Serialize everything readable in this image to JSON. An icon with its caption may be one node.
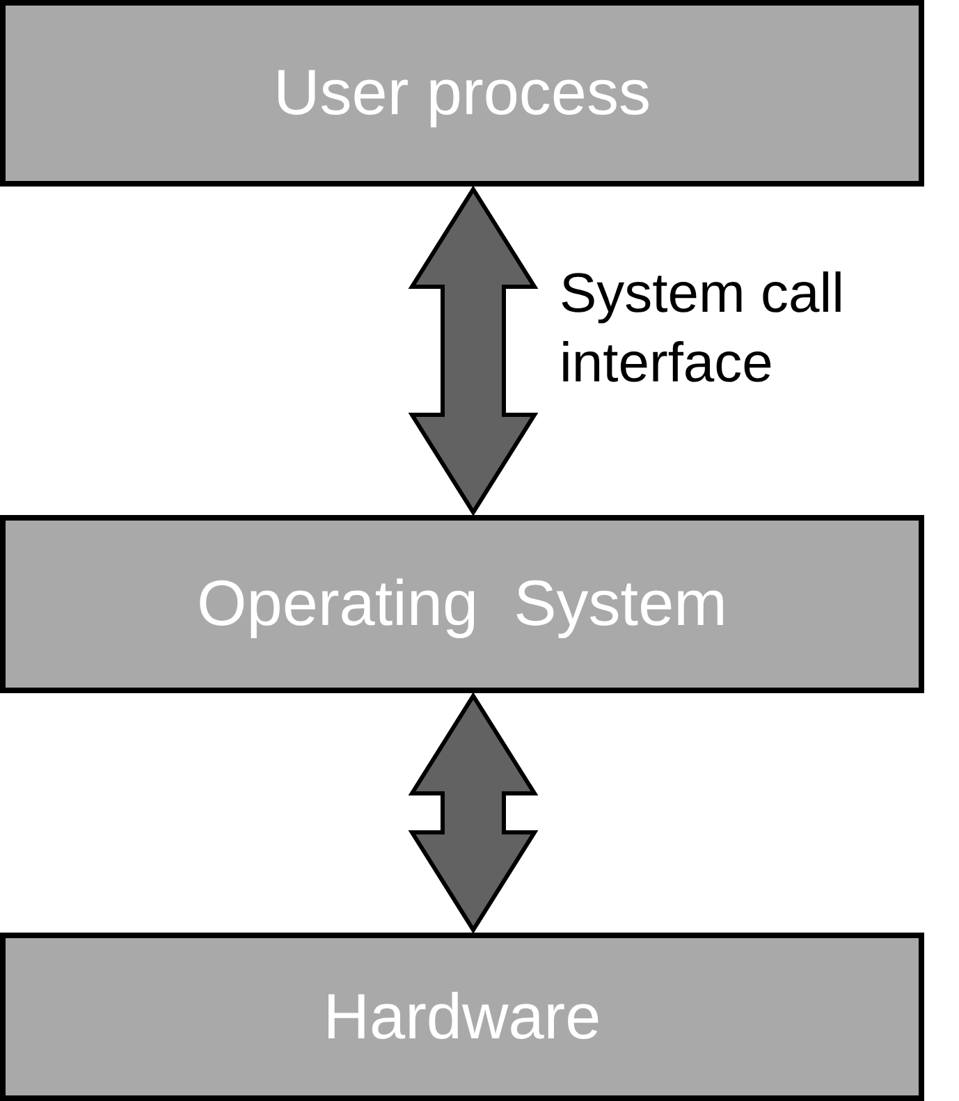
{
  "diagram": {
    "nodes": [
      {
        "text": [
          "User process"
        ]
      },
      {
        "text": [
          "Operating  System"
        ]
      },
      {
        "text": [
          "Hardware"
        ]
      }
    ],
    "edges": [
      {
        "from": 0,
        "to": 1,
        "arrow": "both",
        "label": "System call interface"
      },
      {
        "from": 1,
        "to": 2,
        "arrow": "both"
      }
    ]
  }
}
